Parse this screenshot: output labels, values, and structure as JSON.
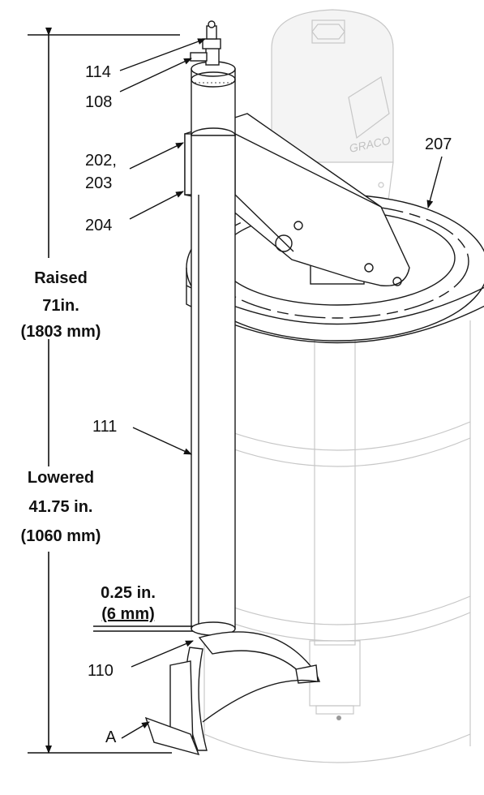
{
  "callouts": {
    "c114": "114",
    "c108": "108",
    "c202": "202,",
    "c203": "203",
    "c204": "204",
    "c207": "207",
    "c111": "111",
    "c110": "110",
    "cA": "A"
  },
  "dimensions": {
    "raised": {
      "title": "Raised",
      "value": "71in.",
      "metric": "(1803 mm)"
    },
    "lowered": {
      "title": "Lowered",
      "value": "41.75 in.",
      "metric": "(1060 mm)"
    },
    "gap": {
      "value": "0.25 in.",
      "metric": "(6 mm)"
    }
  },
  "logo_text": "GRACO"
}
